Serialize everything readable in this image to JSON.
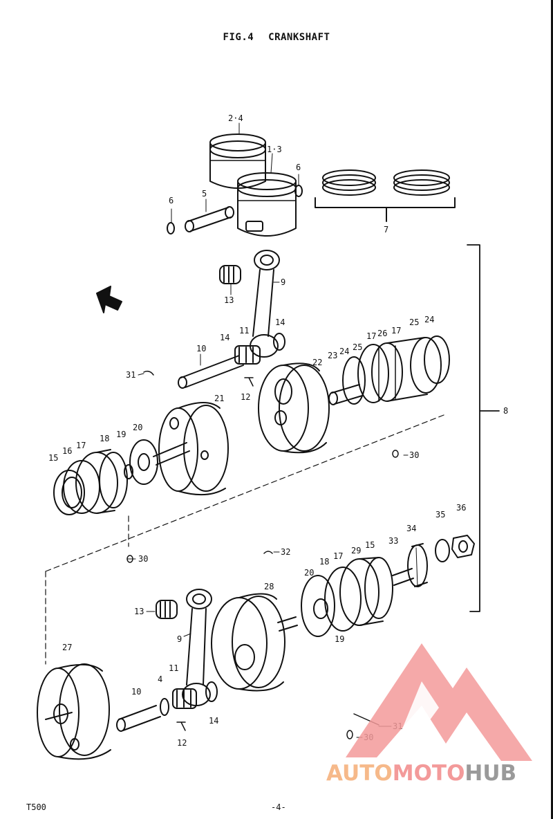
{
  "figure": {
    "fig_number": "FIG.4",
    "title": "CRANKSHAFT"
  },
  "footer": {
    "model": "T500",
    "page": "-4-"
  },
  "watermark": {
    "part1": "AUTO",
    "part2": "MOTO",
    "part3": "HUB",
    "colors": {
      "orange": "#f6b98a",
      "pink": "#f39a9a",
      "gray": "#9a9a9a"
    }
  },
  "callouts": {
    "c1": "2·4",
    "c2": "1·3",
    "c3": "6",
    "c4": "6",
    "c5": "5",
    "c6": "7",
    "c7": "9",
    "c8": "13",
    "c9": "14",
    "c10": "11",
    "c11": "14",
    "c12": "10",
    "c13": "31",
    "c14": "12",
    "c15": "21",
    "c16": "22",
    "c17": "23",
    "c18": "24",
    "c19": "25",
    "c20": "17",
    "c21": "26",
    "c22": "17",
    "c23": "25",
    "c24": "24",
    "c25": "8",
    "c26": "15",
    "c27": "16",
    "c28": "17",
    "c29": "18",
    "c30": "19",
    "c31": "20",
    "c32": "30",
    "c33": "30",
    "c34": "32",
    "c35": "36",
    "c36": "35",
    "c37": "34",
    "c38": "33",
    "c39": "29",
    "c40": "15",
    "c41": "17",
    "c42": "18",
    "c43": "20",
    "c44": "28",
    "c45": "19",
    "c46": "13",
    "c47": "9",
    "c48": "27",
    "c49": "4",
    "c50": "11",
    "c51": "10",
    "c52": "14",
    "c53": "12",
    "c54": "31",
    "c55": "30"
  }
}
